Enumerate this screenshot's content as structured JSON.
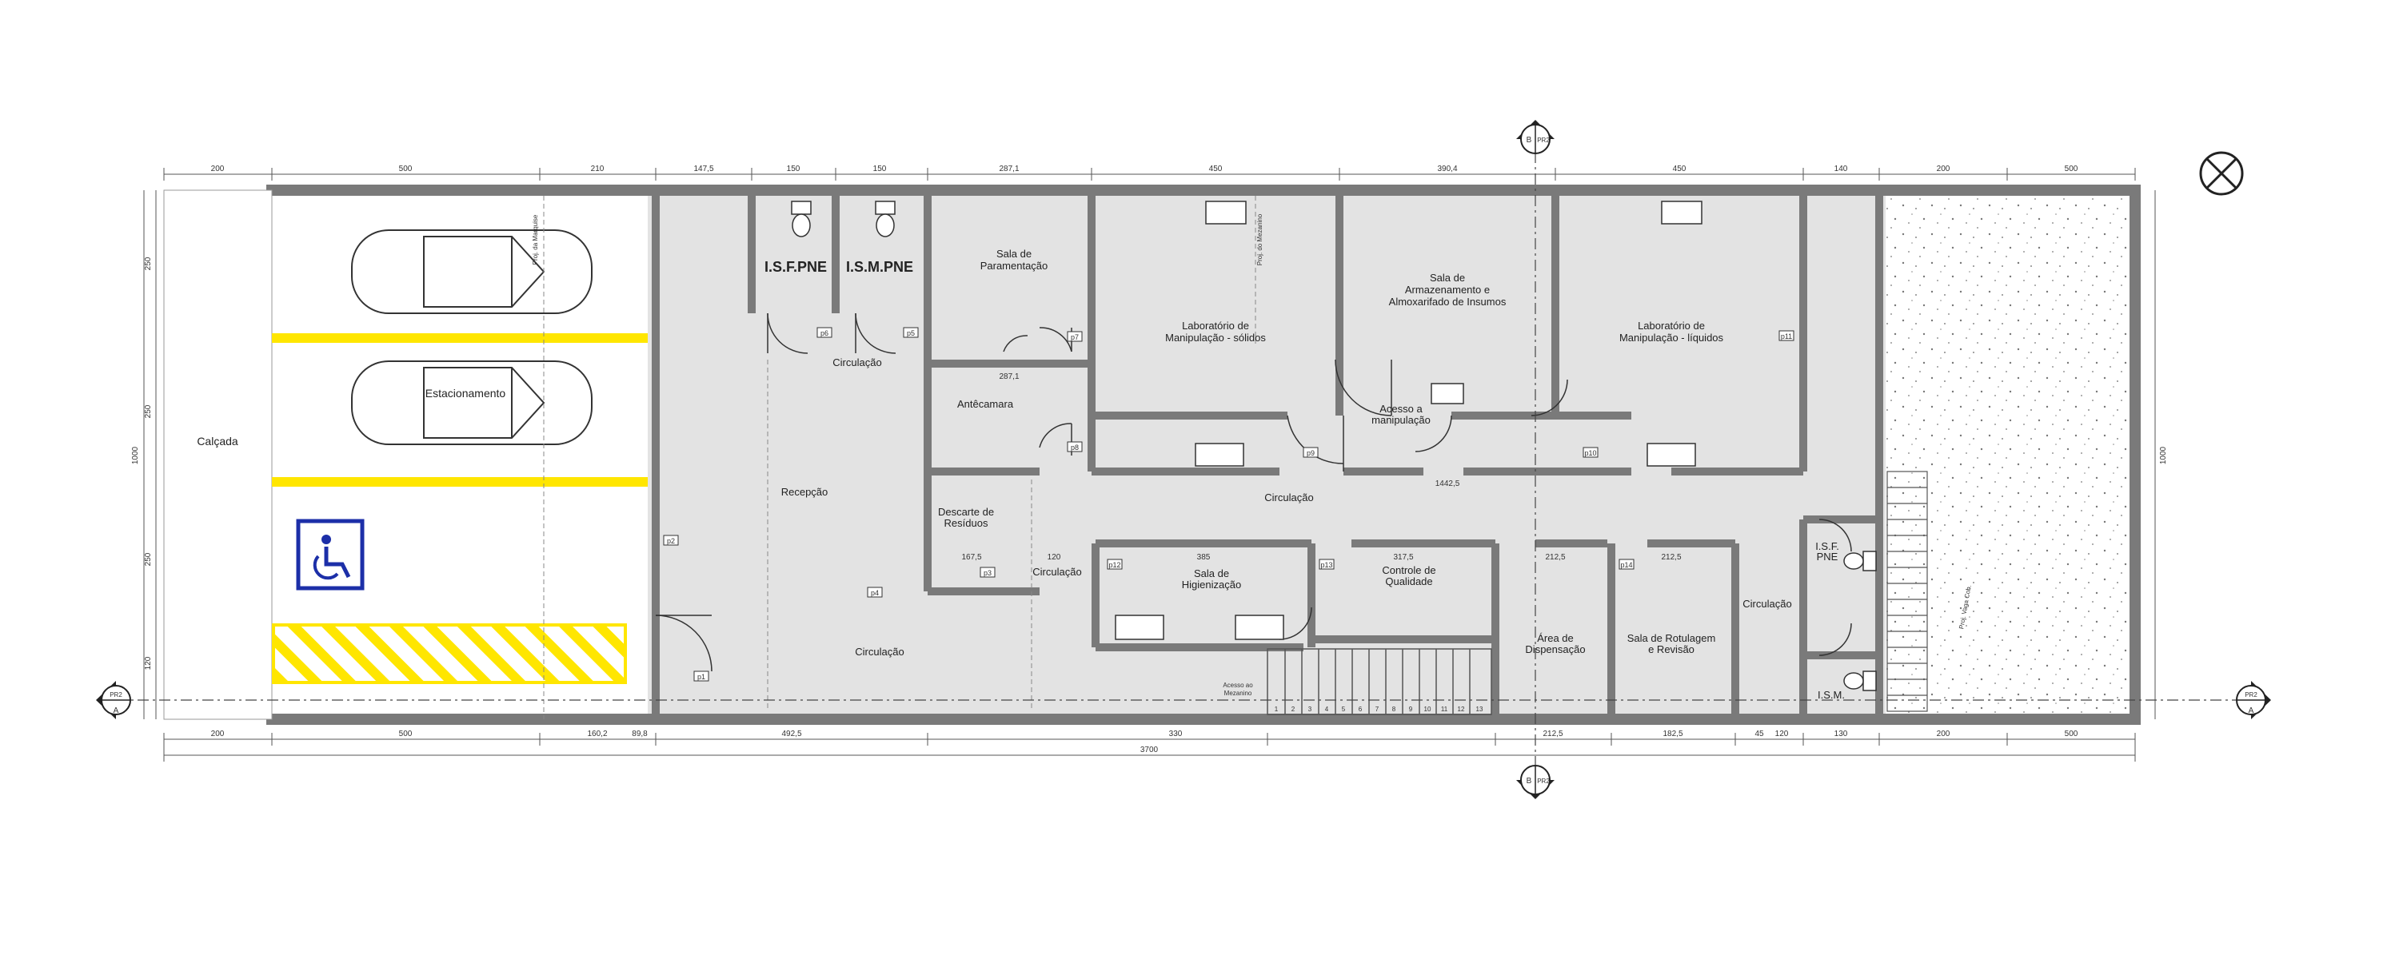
{
  "rooms": {
    "calcada": "Calçada",
    "estacionamento": "Estacionamento",
    "isf_pne_top": "I.S.F.PNE",
    "ism_pne_top": "I.S.M.PNE",
    "sala_paramentacao": [
      "Sala de",
      "Paramentação"
    ],
    "lab_solidos": [
      "Laboratório de",
      "Manipulação - sólidos"
    ],
    "sala_armazenamento": [
      "Sala de",
      "Armazenamento e",
      "Almoxarifado de Insumos"
    ],
    "lab_liquidos": [
      "Laboratório de",
      "Manipulação - líquidos"
    ],
    "circulacao_top": "Circulação",
    "antecamara": "Antêcamara",
    "acesso_manipulacao": [
      "Acesso a",
      "manipulação"
    ],
    "recepcao": "Recepção",
    "descarte": [
      "Descarte de",
      "Resíduos"
    ],
    "circulacao_center": "Circulação",
    "circulacao_small": "Circulação",
    "sala_higienizacao": [
      "Sala de",
      "Higienização"
    ],
    "controle_qualidade": [
      "Controle de",
      "Qualidade"
    ],
    "area_dispensacao": [
      "Área de",
      "Dispensação"
    ],
    "sala_rotulagem": [
      "Sala de Rotulagem",
      "e Revisão"
    ],
    "circulacao_right": "Circulação",
    "isf_pne_right": [
      "I.S.F.",
      "PNE"
    ],
    "ism_right": "I.S.M.",
    "circulacao_bottom": "Circulação",
    "acesso_mezanino": [
      "Acesso ao",
      "Mezanino"
    ],
    "proj_vaga": "Proj. Vaga Cob.",
    "proj_mezanino": "Proj. do Mezanino",
    "proj_marquise": "Proj. da Marquise"
  },
  "markers": {
    "section_a": "A",
    "section_b": "B",
    "sheet_ref": "PR2"
  },
  "dimensions": {
    "top": [
      "200",
      "500",
      "210",
      "147,5",
      "150",
      "150",
      "287,1",
      "450",
      "390,4",
      "450",
      "140",
      "200",
      "500"
    ],
    "bottom": [
      "200",
      "500",
      "160,2",
      "89,8",
      "492,5",
      "330",
      "212,5",
      "182,5",
      "45",
      "120",
      "130",
      "200",
      "500"
    ],
    "total": "3700",
    "interior": [
      "287,1",
      "1442,5",
      "385",
      "317,5",
      "212,5",
      "212,5",
      "167,5",
      "120"
    ],
    "left": [
      "1000",
      "250",
      "250",
      "250",
      "120"
    ],
    "right": "1000"
  },
  "stairs": [
    "1",
    "2",
    "3",
    "4",
    "5",
    "6",
    "7",
    "8",
    "9",
    "10",
    "11",
    "12",
    "13"
  ],
  "door_tags": [
    "p1",
    "p2",
    "p3",
    "p4",
    "p5",
    "p6",
    "p7",
    "p8",
    "p9",
    "p10",
    "p11",
    "p12",
    "p13",
    "p14"
  ],
  "colors": {
    "wall": "#7a7a7a",
    "floor": "#e3e3e3",
    "parking_line": "#ffe600",
    "accessibility": "#1c2fa8"
  },
  "icons": [
    "north-arrow-icon",
    "accessibility-icon",
    "car-icon",
    "toilet-icon",
    "door-swing-icon",
    "section-marker-icon"
  ]
}
